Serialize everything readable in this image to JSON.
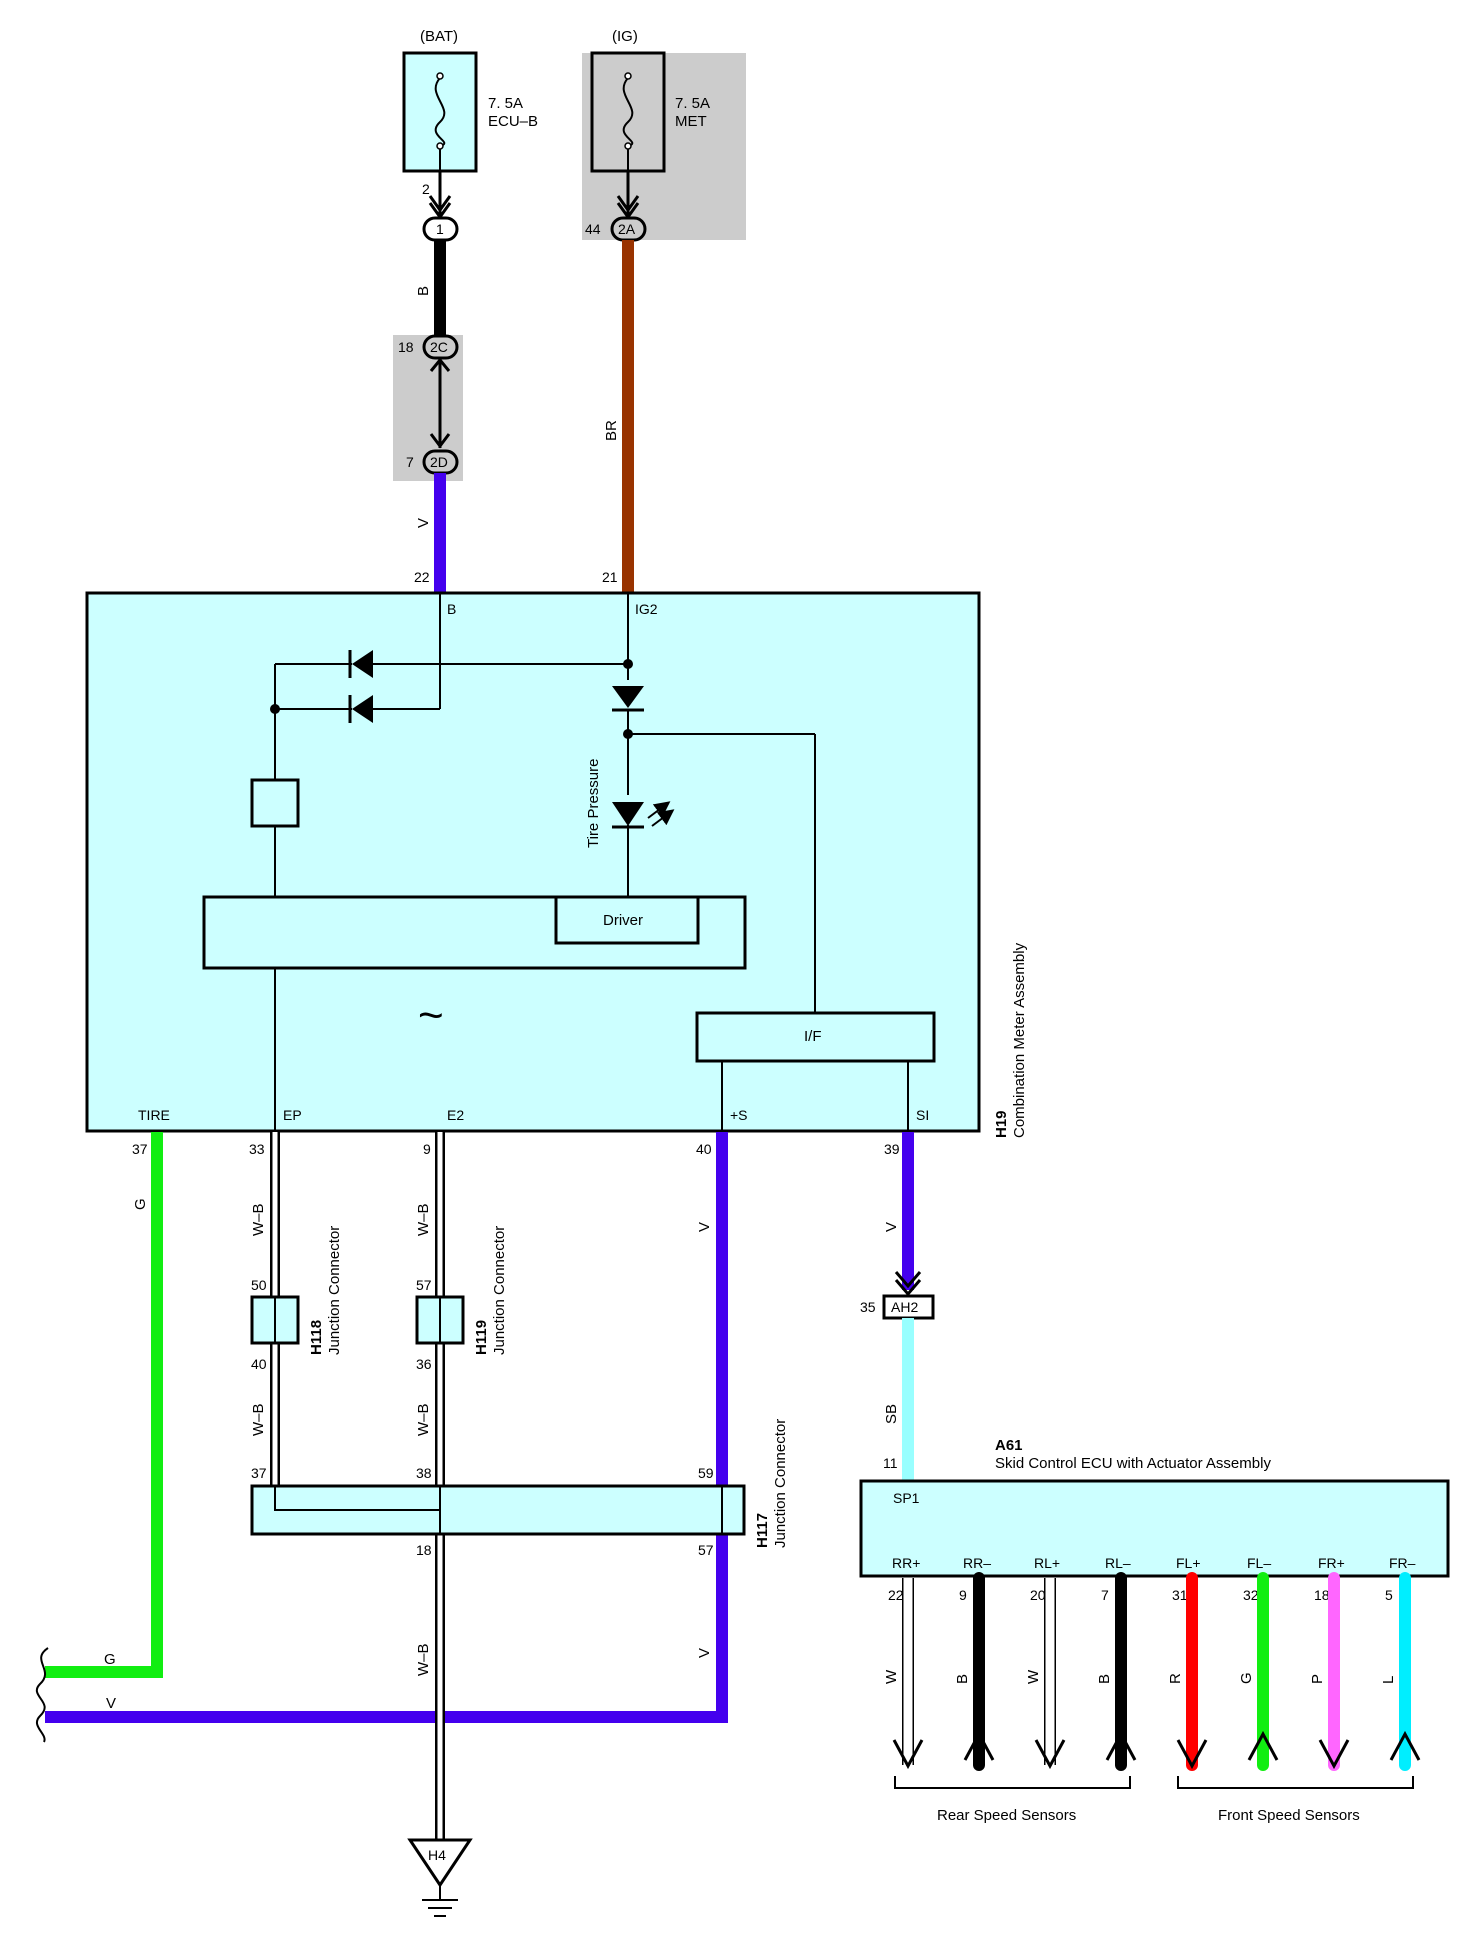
{
  "colors": {
    "box_fill": "#ccffff",
    "grey_fill": "#cccccc",
    "wire_B": "#000000",
    "wire_BR": "#993300",
    "wire_V": "#4400ee",
    "wire_G": "#11ee11",
    "wire_SB": "#99ffff",
    "wire_W": "#ffffff",
    "wire_R": "#ff0000",
    "wire_P": "#ff66ff",
    "wire_L": "#00eeff"
  },
  "fuses": {
    "bat": {
      "source": "(BAT)",
      "rating": "7. 5A",
      "name": "ECU–B",
      "pin": "2",
      "connector": "1"
    },
    "ig": {
      "source": "(IG)",
      "rating": "7. 5A",
      "name": "MET",
      "pin": "44",
      "connector": "2A"
    }
  },
  "junction_2c": {
    "pin": "18",
    "connector": "2C"
  },
  "junction_2d": {
    "pin": "7",
    "connector": "2D"
  },
  "wire_colors": {
    "b_wire": "B",
    "br_wire": "BR",
    "v_wire": "V"
  },
  "meter": {
    "code": "H19",
    "name": "Combination Meter Assembly",
    "pin_b": {
      "num": "22",
      "label": "B"
    },
    "pin_ig2": {
      "num": "21",
      "label": "IG2"
    },
    "driver": "Driver",
    "lamp": "Tire Pressure",
    "interface": "I/F",
    "wave": "~",
    "pins": [
      {
        "num": "37",
        "label": "TIRE",
        "wire": "G"
      },
      {
        "num": "33",
        "label": "EP",
        "wire": "W–B"
      },
      {
        "num": "9",
        "label": "E2",
        "wire": "W–B"
      },
      {
        "num": "40",
        "label": "+S",
        "wire": "V"
      },
      {
        "num": "39",
        "label": "SI",
        "wire": "V"
      }
    ]
  },
  "h118": {
    "code": "H118",
    "name": "Junction Connector",
    "pin_top": "50",
    "pin_bottom": "40",
    "wire_below": "W–B"
  },
  "h119": {
    "code": "H119",
    "name": "Junction Connector",
    "pin_top": "57",
    "pin_bottom": "36",
    "wire_below": "W–B"
  },
  "h117": {
    "code": "H117",
    "name": "Junction Connector",
    "pins_top": [
      "37",
      "38",
      "59"
    ],
    "pins_bottom": [
      "18",
      "57"
    ],
    "wire_below_left": "W–B",
    "wire_below_right": "V"
  },
  "ah2": {
    "connector": "AH2",
    "pin": "35",
    "wire_below": "SB"
  },
  "ground": {
    "code": "H4"
  },
  "outgoing": {
    "g": "G",
    "v": "V"
  },
  "ecu": {
    "code": "A61",
    "name": "Skid Control ECU with Actuator Assembly",
    "input_pin": "11",
    "input_label": "SP1",
    "pins": [
      {
        "label": "RR+",
        "num": "22",
        "wire": "W",
        "color": "#ffffff",
        "dir": "down"
      },
      {
        "label": "RR–",
        "num": "9",
        "wire": "B",
        "color": "#000000",
        "dir": "up"
      },
      {
        "label": "RL+",
        "num": "20",
        "wire": "W",
        "color": "#ffffff",
        "dir": "down"
      },
      {
        "label": "RL–",
        "num": "7",
        "wire": "B",
        "color": "#000000",
        "dir": "up"
      },
      {
        "label": "FL+",
        "num": "31",
        "wire": "R",
        "color": "#ff0000",
        "dir": "down"
      },
      {
        "label": "FL–",
        "num": "32",
        "wire": "G",
        "color": "#11ee11",
        "dir": "up"
      },
      {
        "label": "FR+",
        "num": "18",
        "wire": "P",
        "color": "#ff66ff",
        "dir": "down"
      },
      {
        "label": "FR–",
        "num": "5",
        "wire": "L",
        "color": "#00eeff",
        "dir": "up"
      }
    ]
  },
  "sensors": {
    "rear": "Rear Speed Sensors",
    "front": "Front Speed Sensors"
  }
}
